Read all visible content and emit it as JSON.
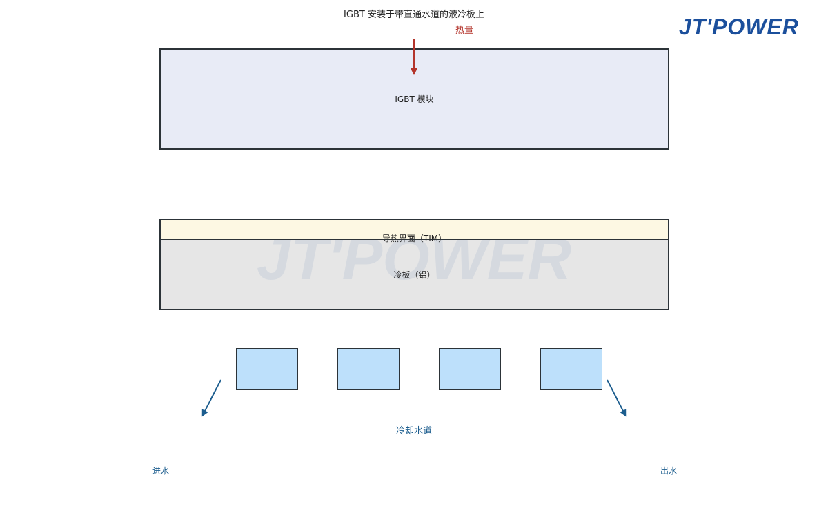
{
  "title": "IGBT 安装于带直通水道的液冷板上",
  "heat": {
    "label": "热量"
  },
  "logo": {
    "text": "JT'POWER"
  },
  "watermark": {
    "text": "JT'POWER"
  },
  "layers": {
    "igbt": "IGBT 模块",
    "tim": "导热界面（TIM）",
    "cold_plate": "冷板（铝）"
  },
  "channels": {
    "label": "冷却水道",
    "count": 4
  },
  "flow": {
    "inlet": "进水",
    "outlet": "出水"
  },
  "colors": {
    "heat_arrow": "#b3342b",
    "flow_arrow": "#1c5d8e",
    "igbt_fill": "#e8ebf6",
    "tim_fill": "#fdf8e3",
    "plate_fill": "#e4e4e4",
    "channel_fill": "#bde0fb",
    "logo_blue": "#1b4f9c"
  }
}
